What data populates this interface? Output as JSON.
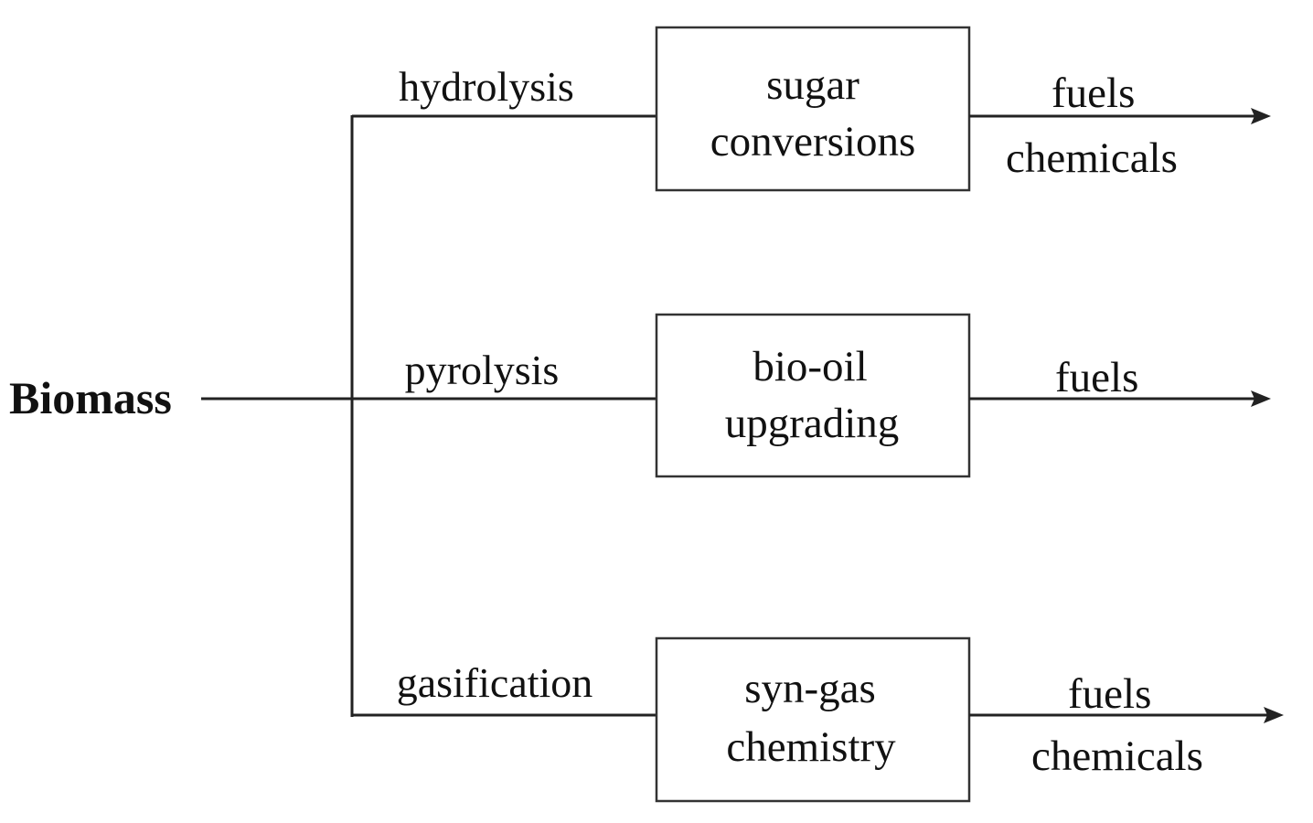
{
  "source": "Biomass",
  "pathways": [
    {
      "process": "hydrolysis",
      "box": [
        "sugar",
        "conversions"
      ],
      "outputs": [
        "fuels",
        "chemicals"
      ]
    },
    {
      "process": "pyrolysis",
      "box": [
        "bio-oil",
        "upgrading"
      ],
      "outputs": [
        "fuels"
      ]
    },
    {
      "process": "gasification",
      "box": [
        "syn-gas",
        "chemistry"
      ],
      "outputs": [
        "fuels",
        "chemicals"
      ]
    }
  ]
}
